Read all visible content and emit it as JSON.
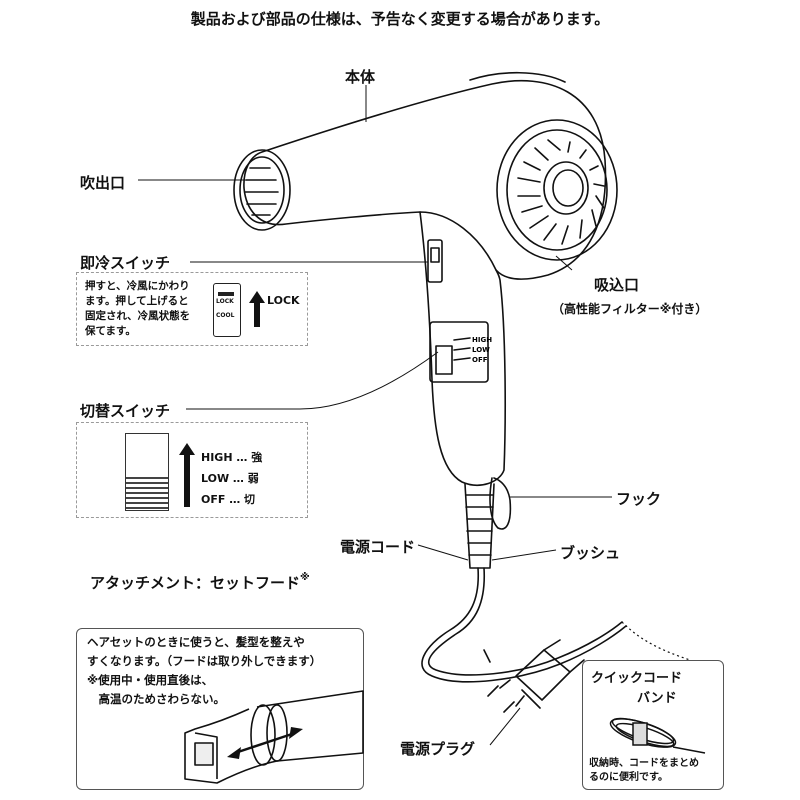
{
  "notice": "製品および部品の仕様は、予告なく変更する場合があります。",
  "labels": {
    "body": "本体",
    "outlet": "吹出口",
    "cool_switch": "即冷スイッチ",
    "intake": "吸込口",
    "intake_note": "（高性能フィルター※付き）",
    "selector_switch": "切替スイッチ",
    "hook": "フック",
    "power_cord": "電源コード",
    "bushing": "ブッシュ",
    "attachment": "アタッチメント：セットフード",
    "attachment_mark": "※",
    "plug": "電源プラグ"
  },
  "cool_box": {
    "lines": [
      "押すと、冷風にかわり",
      "ます。押して上げると",
      "固定され、冷風状態を",
      "保てます。"
    ],
    "lock_text": "LOCK",
    "switch_top": "LOCK",
    "switch_bottom": "COOL"
  },
  "selector_box": {
    "high": "HIGH … 強",
    "low": "LOW … 弱",
    "off": "OFF … 切"
  },
  "body_switch_labels": [
    "HIGH",
    "LOW",
    "OFF"
  ],
  "attachment_box": {
    "lines": [
      "ヘアセットのときに使うと、髪型を整えや",
      "すくなります。（フードは取り外しできます）",
      "※使用中・使用直後は、",
      "　高温のためさわらない。"
    ]
  },
  "band_box": {
    "title1": "クイックコード",
    "title2": "バンド",
    "note1": "収納時、コードをまとめ",
    "note2": "るのに便利です。"
  }
}
